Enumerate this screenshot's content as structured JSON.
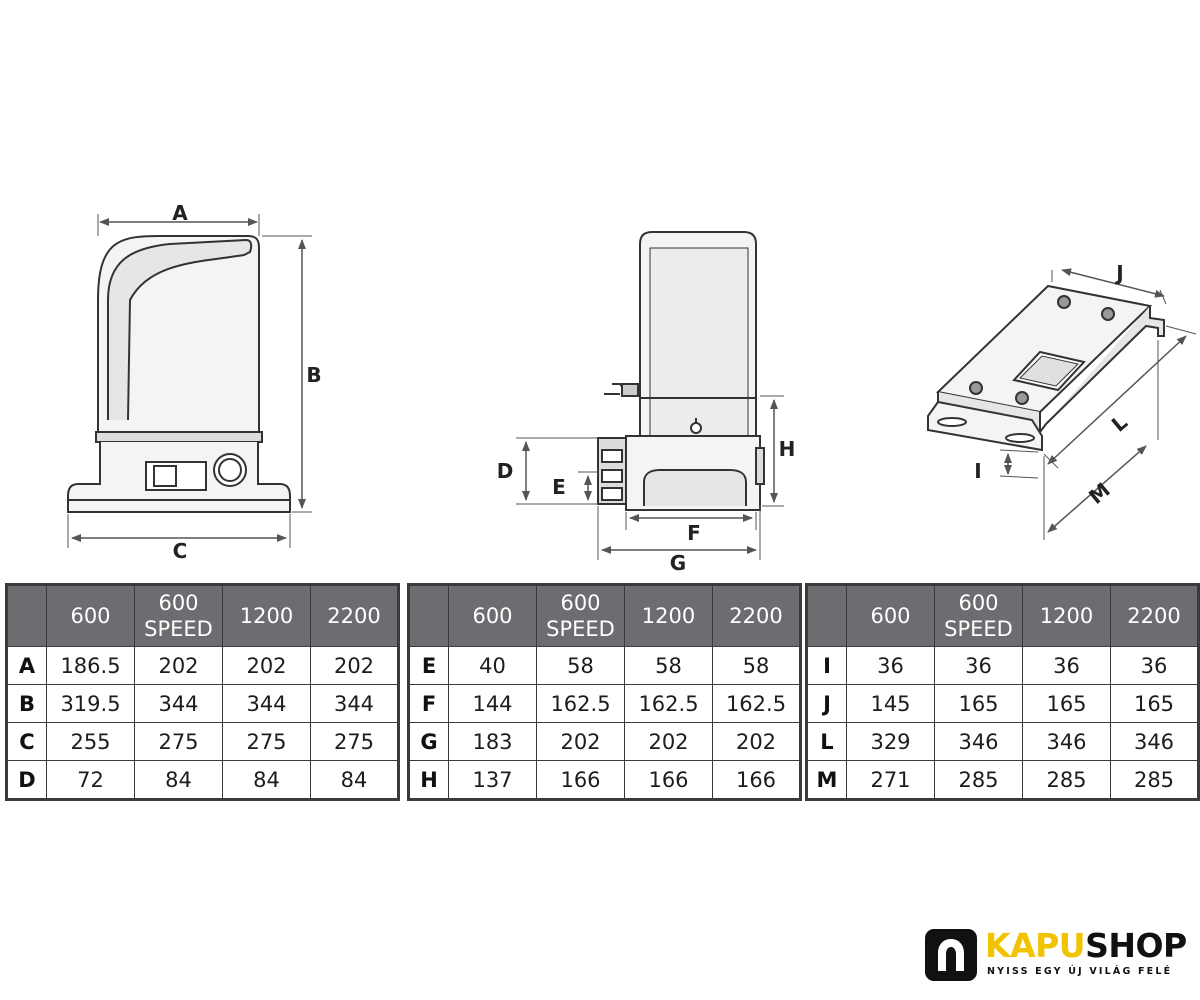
{
  "labels": {
    "a": "A",
    "b": "B",
    "c": "C",
    "d": "D",
    "e": "E",
    "f": "F",
    "g": "G",
    "h": "H",
    "i": "I",
    "j": "J",
    "l": "L",
    "m": "M"
  },
  "tables": [
    {
      "headers": [
        "600",
        "600\nSPEED",
        "1200",
        "2200"
      ],
      "rows": [
        {
          "label": "A",
          "values": [
            "186.5",
            "202",
            "202",
            "202"
          ]
        },
        {
          "label": "B",
          "values": [
            "319.5",
            "344",
            "344",
            "344"
          ]
        },
        {
          "label": "C",
          "values": [
            "255",
            "275",
            "275",
            "275"
          ]
        },
        {
          "label": "D",
          "values": [
            "72",
            "84",
            "84",
            "84"
          ]
        }
      ]
    },
    {
      "headers": [
        "600",
        "600\nSPEED",
        "1200",
        "2200"
      ],
      "rows": [
        {
          "label": "E",
          "values": [
            "40",
            "58",
            "58",
            "58"
          ]
        },
        {
          "label": "F",
          "values": [
            "144",
            "162.5",
            "162.5",
            "162.5"
          ]
        },
        {
          "label": "G",
          "values": [
            "183",
            "202",
            "202",
            "202"
          ]
        },
        {
          "label": "H",
          "values": [
            "137",
            "166",
            "166",
            "166"
          ]
        }
      ]
    },
    {
      "headers": [
        "600",
        "600\nSPEED",
        "1200",
        "2200"
      ],
      "rows": [
        {
          "label": "I",
          "values": [
            "36",
            "36",
            "36",
            "36"
          ]
        },
        {
          "label": "J",
          "values": [
            "145",
            "165",
            "165",
            "165"
          ]
        },
        {
          "label": "L",
          "values": [
            "329",
            "346",
            "346",
            "346"
          ]
        },
        {
          "label": "M",
          "values": [
            "271",
            "285",
            "285",
            "285"
          ]
        }
      ]
    }
  ],
  "brand": {
    "name_part1": "KAPU",
    "name_part2": "SHOP",
    "tagline": "NYISS EGY ÚJ VILÁG FELÉ",
    "accent_color": "#f1c300",
    "logo_icon": "arch-door-icon"
  },
  "colors": {
    "header_bg": "#6d6d71",
    "line": "#3a3a3a"
  }
}
